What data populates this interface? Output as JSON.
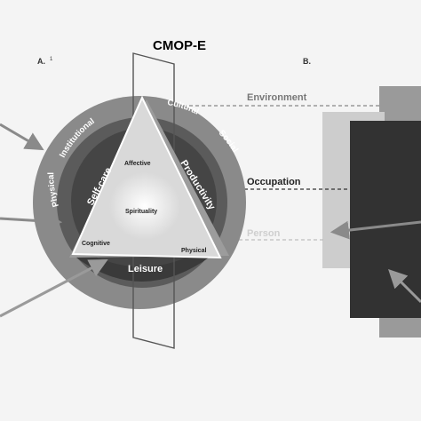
{
  "title": "CMOP-E",
  "panel_a_label": "A.",
  "panel_a_superscript": "1",
  "panel_b_label": "B.",
  "ring_labels": {
    "institutional": "Institutional",
    "cultural": "Cultural",
    "social": "Social",
    "physical_env": "Physical"
  },
  "occupation_labels": {
    "self_care": "Self-care",
    "productivity": "Productivity",
    "leisure": "Leisure"
  },
  "person_labels": {
    "affective": "Affective",
    "spirituality": "Spirituality",
    "cognitive": "Cognitive",
    "physical": "Physical"
  },
  "panel_b_labels": {
    "environment": "Environment",
    "occupation": "Occupation",
    "person": "Person"
  },
  "colors": {
    "background": "#f4f4f4",
    "outer_ring": "#8c8c8c",
    "middle_ring": "#5a5a5a",
    "inner_disc": "#3f3f3f",
    "triangle": "#d8d8d8",
    "person_center": "#eeeeee",
    "env_box": "#9a9a9a",
    "person_box": "#c9c9c9",
    "occupation_box": "#333333",
    "arrow": "#888888"
  }
}
